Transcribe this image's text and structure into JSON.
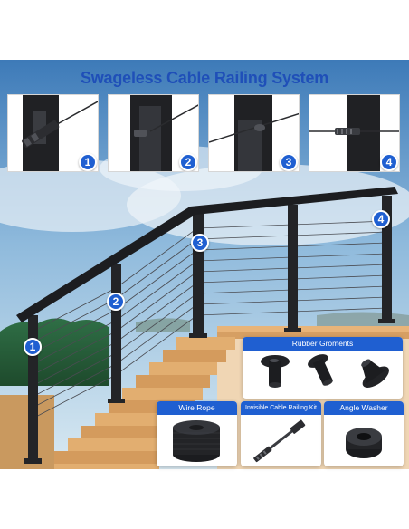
{
  "title": "Swageless Cable Railing System",
  "colors": {
    "accent": "#1f5fd1",
    "title_text": "#1f4fb8",
    "post": "#232427",
    "stair": "#d8a46a",
    "sky_top": "#3d7ab8",
    "sky_bottom": "#bcd7ea"
  },
  "steps": [
    {
      "number": "1"
    },
    {
      "number": "2"
    },
    {
      "number": "3"
    },
    {
      "number": "4"
    }
  ],
  "callouts": [
    {
      "number": "1"
    },
    {
      "number": "2"
    },
    {
      "number": "3"
    },
    {
      "number": "4"
    }
  ],
  "panels": {
    "rubber_grommets": {
      "label": "Rubber Groments"
    },
    "wire_rope": {
      "label": "Wire Rope"
    },
    "cable_kit": {
      "label": "Invisible Cable Railing Kit"
    },
    "angle_washer": {
      "label": "Angle Washer"
    }
  }
}
